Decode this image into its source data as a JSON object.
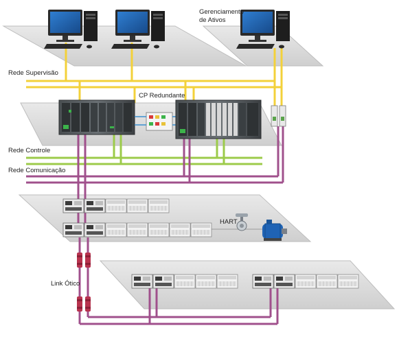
{
  "labels": {
    "asset_mgmt_line1": "Gerenciamento",
    "asset_mgmt_line2": "de Ativos",
    "supervision_network": "Rede Supervisão",
    "redundant_cp": "CP Redundante",
    "control_network": "Rede Controle",
    "communication_network": "Rede Comunicação",
    "hart": "HART",
    "optical_link": "Link Ótico"
  },
  "colors": {
    "supervision_network": "#f3d13a",
    "control_network": "#9ccb4a",
    "communication_network": "#a0508c",
    "optical_link": "#c23a55",
    "platform": "#dcdcdc",
    "monitor": "#1f5fa8"
  },
  "icons": {
    "workstation": "workstation-icon",
    "controller_rack": "controller-rack-icon",
    "io_module": "io-module-icon",
    "motor": "motor-icon",
    "valve": "valve-icon",
    "fiber_converter": "fiber-converter-icon"
  }
}
